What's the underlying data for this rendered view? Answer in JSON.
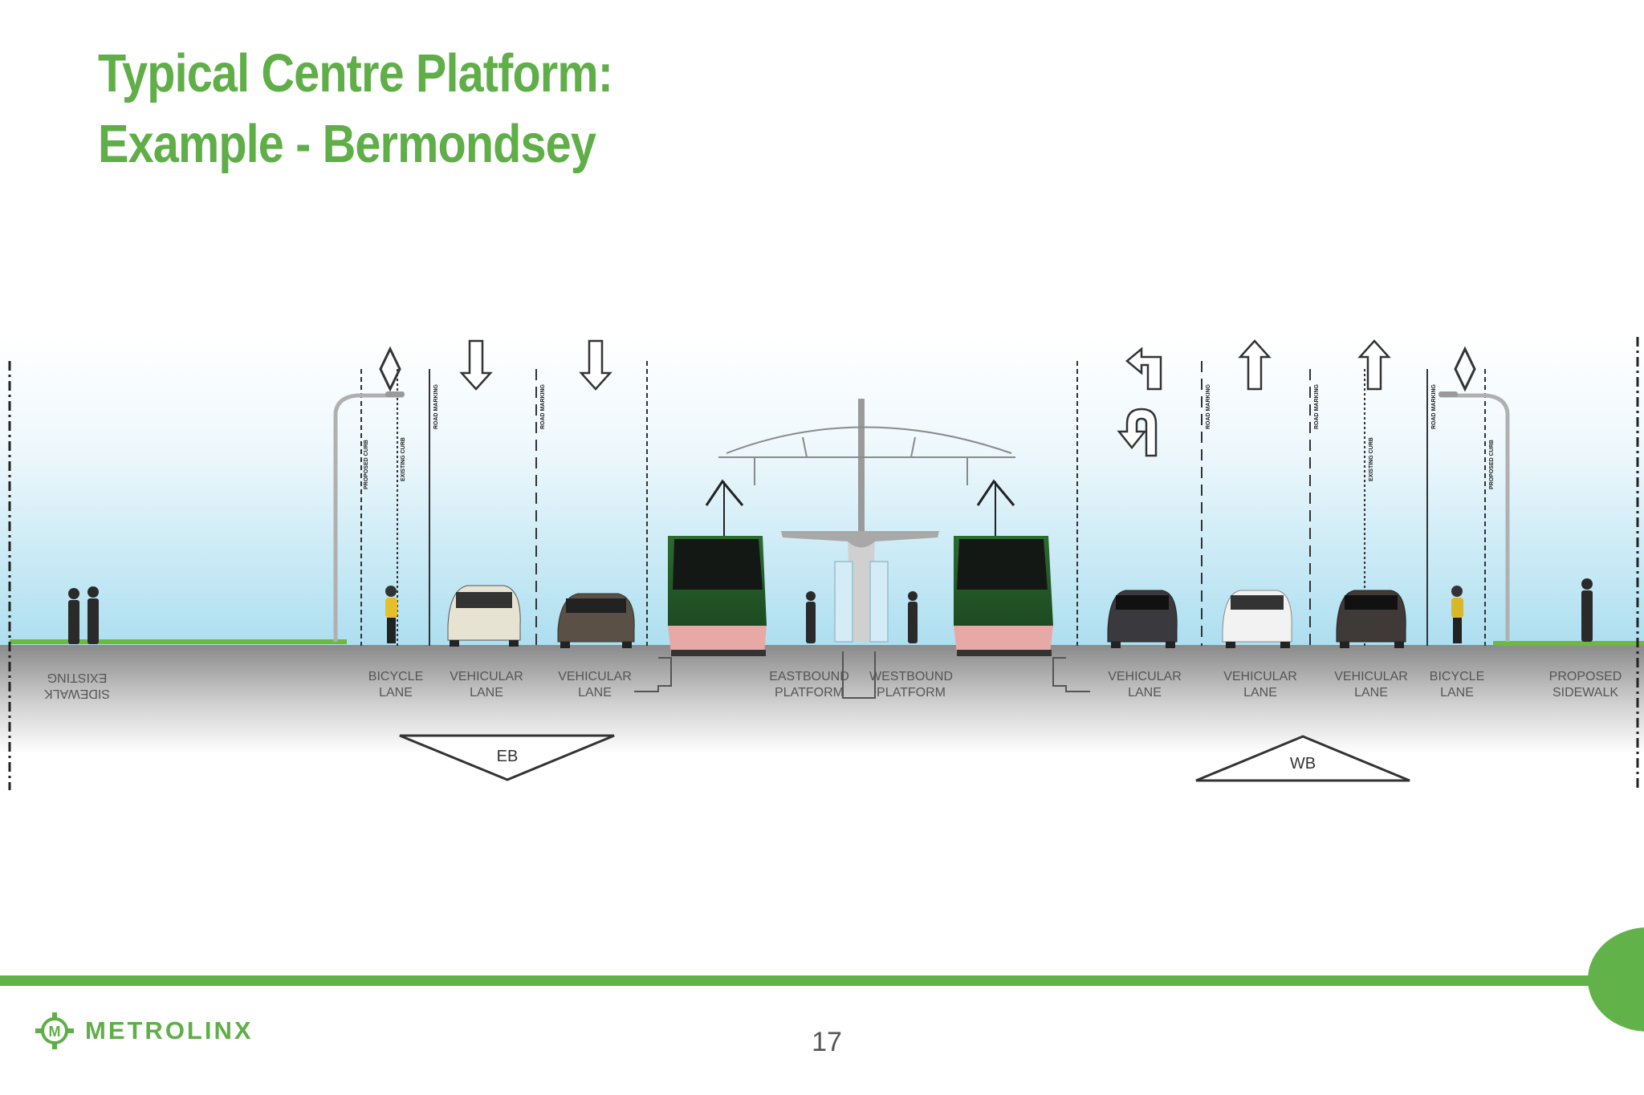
{
  "slide": {
    "title_line1": "Typical Centre Platform:",
    "title_line2": "Example - Bermondsey",
    "page_number": "17",
    "logo_text": "METROLINX",
    "accent_color": "#5fae48"
  },
  "cross_section": {
    "lanes": [
      {
        "line1": "EXISTING",
        "line2": "SIDEWALK",
        "mirrored": true
      },
      {
        "line1": "BICYCLE",
        "line2": "LANE"
      },
      {
        "line1": "VEHICULAR",
        "line2": "LANE"
      },
      {
        "line1": "VEHICULAR",
        "line2": "LANE"
      },
      {
        "line1": "EASTBOUND",
        "line2": "PLATFORM"
      },
      {
        "line1": "WESTBOUND",
        "line2": "PLATFORM"
      },
      {
        "line1": "VEHICULAR",
        "line2": "LANE"
      },
      {
        "line1": "VEHICULAR",
        "line2": "LANE"
      },
      {
        "line1": "VEHICULAR",
        "line2": "LANE"
      },
      {
        "line1": "BICYCLE",
        "line2": "LANE"
      },
      {
        "line1": "PROPOSED",
        "line2": "SIDEWALK"
      }
    ],
    "vertical_markings": [
      "PROPOSED CURB",
      "EXISTING CURB",
      "ROAD MARKING",
      "ROAD MARKING",
      "ROAD MARKING",
      "ROAD MARKING",
      "EXISTING CURB",
      "ROAD MARKING",
      "PROPOSED CURB"
    ],
    "directions": {
      "eastbound": "EB",
      "westbound": "WB"
    }
  }
}
